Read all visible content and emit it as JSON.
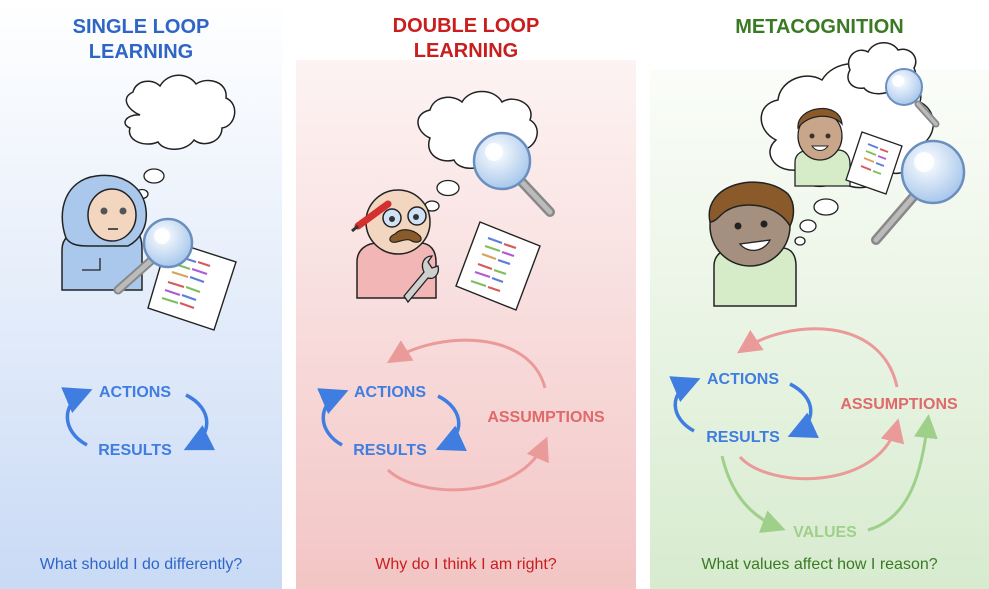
{
  "panels": [
    {
      "title": "SINGLE LOOP\nLEARNING",
      "question": "What should I do differently?",
      "loop_labels": [
        "ACTIONS",
        "RESULTS"
      ]
    },
    {
      "title": "DOUBLE LOOP\nLEARNING",
      "question": "Why do I think I am right?",
      "loop_labels": [
        "ACTIONS",
        "RESULTS",
        "ASSUMPTIONS"
      ]
    },
    {
      "title": "METACOGNITION",
      "question": "What values affect how I reason?",
      "loop_labels": [
        "ACTIONS",
        "RESULTS",
        "ASSUMPTIONS",
        "VALUES"
      ]
    }
  ],
  "colors": {
    "blue": "#3f7de0",
    "red": "#e57a7a",
    "green": "#8fc77a",
    "title_blue": "#2f66c6",
    "title_red": "#c81e1e",
    "title_green": "#3b7a24"
  },
  "icons": [
    "thought-cloud-icon",
    "magnifying-glass-icon",
    "document-icon",
    "wrench-icon",
    "pencil-icon",
    "person-icon"
  ]
}
